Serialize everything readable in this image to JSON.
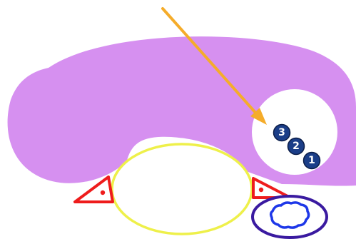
{
  "colors": {
    "background": "#ffffff",
    "cloud_fill": "#d690f0",
    "circle_fill": "#ffffff",
    "oval_stroke": "#eef04a",
    "triangle_stroke": "#ee1c1c",
    "ellipse_stroke": "#3a1aa0",
    "blob_stroke": "#1d37e8",
    "arrow_color": "#f5ac2a",
    "numbered_dot_fill": "#1b3e88",
    "numbered_dot_stroke": "#0b1d48",
    "numbered_dot_text": "#ffffff"
  },
  "numbered_markers": [
    "3",
    "2",
    "1"
  ]
}
